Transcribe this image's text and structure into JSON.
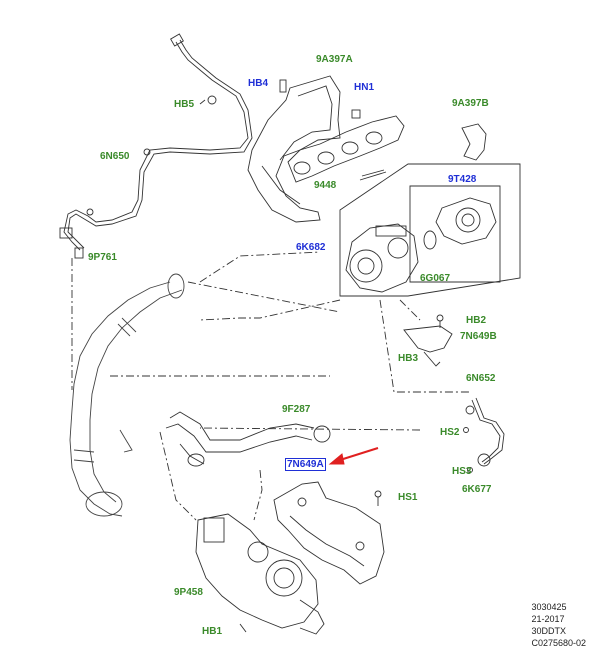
{
  "labels": {
    "9A397A": "9A397A",
    "HB4": "HB4",
    "HN1": "HN1",
    "9A397B": "9A397B",
    "HB5": "HB5",
    "6N650": "6N650",
    "9448": "9448",
    "9T428": "9T428",
    "6K682": "6K682",
    "6G067": "6G067",
    "9P761": "9P761",
    "HB2": "HB2",
    "7N649B": "7N649B",
    "HB3": "HB3",
    "6N652": "6N652",
    "9F287": "9F287",
    "HS2": "HS2",
    "7N649A": "7N649A",
    "HS3": "HS3",
    "6K677": "6K677",
    "HS1": "HS1",
    "9P458": "9P458",
    "HB1": "HB1"
  },
  "meta": {
    "line1": "3030425",
    "line2": "21-2017",
    "line3": "30DDTX",
    "line4": "C0275680-02"
  },
  "colors": {
    "part_label": "#3a8a2a",
    "fixing_label": "#1f2fd6",
    "highlight_arrow": "#e02020"
  }
}
